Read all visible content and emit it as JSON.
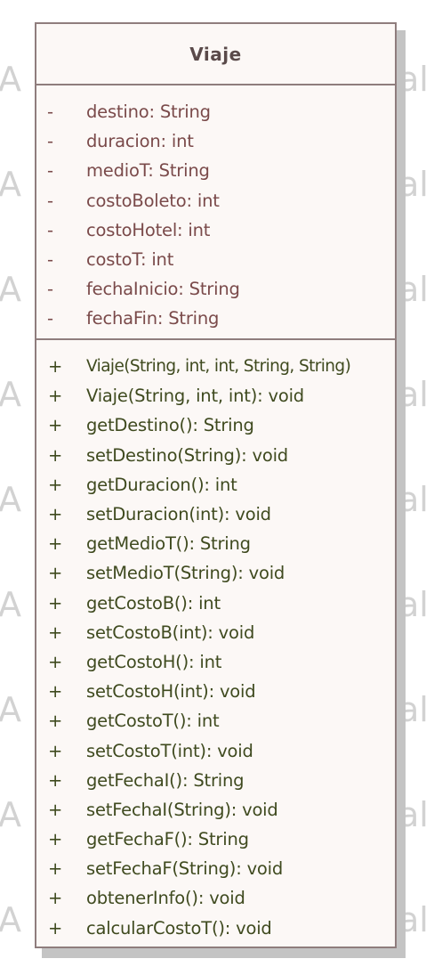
{
  "watermark_left": "A",
  "watermark_right": "al",
  "class": {
    "name": "Viaje",
    "attributes": [
      {
        "visibility": "-",
        "signature": "destino: String"
      },
      {
        "visibility": "-",
        "signature": "duracion: int"
      },
      {
        "visibility": "-",
        "signature": "medioT: String"
      },
      {
        "visibility": "-",
        "signature": "costoBoleto: int"
      },
      {
        "visibility": "-",
        "signature": "costoHotel: int"
      },
      {
        "visibility": "-",
        "signature": "costoT: int"
      },
      {
        "visibility": "-",
        "signature": "fechaInicio: String"
      },
      {
        "visibility": "-",
        "signature": "fechaFin: String"
      }
    ],
    "methods": [
      {
        "visibility": "+",
        "signature": "Viaje(String, int, int, String, String)"
      },
      {
        "visibility": "+",
        "signature": "Viaje(String, int, int): void"
      },
      {
        "visibility": "+",
        "signature": "getDestino(): String"
      },
      {
        "visibility": "+",
        "signature": "setDestino(String): void"
      },
      {
        "visibility": "+",
        "signature": "getDuracion(): int"
      },
      {
        "visibility": "+",
        "signature": "setDuracion(int): void"
      },
      {
        "visibility": "+",
        "signature": "getMedioT(): String"
      },
      {
        "visibility": "+",
        "signature": "setMedioT(String): void"
      },
      {
        "visibility": "+",
        "signature": "getCostoB(): int"
      },
      {
        "visibility": "+",
        "signature": "setCostoB(int): void"
      },
      {
        "visibility": "+",
        "signature": "getCostoH(): int"
      },
      {
        "visibility": "+",
        "signature": "setCostoH(int): void"
      },
      {
        "visibility": "+",
        "signature": "getCostoT(): int"
      },
      {
        "visibility": "+",
        "signature": "setCostoT(int): void"
      },
      {
        "visibility": "+",
        "signature": "getFechaI(): String"
      },
      {
        "visibility": "+",
        "signature": "setFechaI(String): void"
      },
      {
        "visibility": "+",
        "signature": "getFechaF(): String"
      },
      {
        "visibility": "+",
        "signature": "setFechaF(String): void"
      },
      {
        "visibility": "+",
        "signature": "obtenerInfo(): void"
      },
      {
        "visibility": "+",
        "signature": "calcularCostoT(): void"
      }
    ]
  },
  "colors": {
    "border": "#8f7d7d",
    "fill": "#fcf8f6",
    "shadow": "#c4c4c4",
    "attribute_text": "#7a4a4a",
    "method_text": "#3f4a1f",
    "watermark": "#d2d2d2"
  }
}
